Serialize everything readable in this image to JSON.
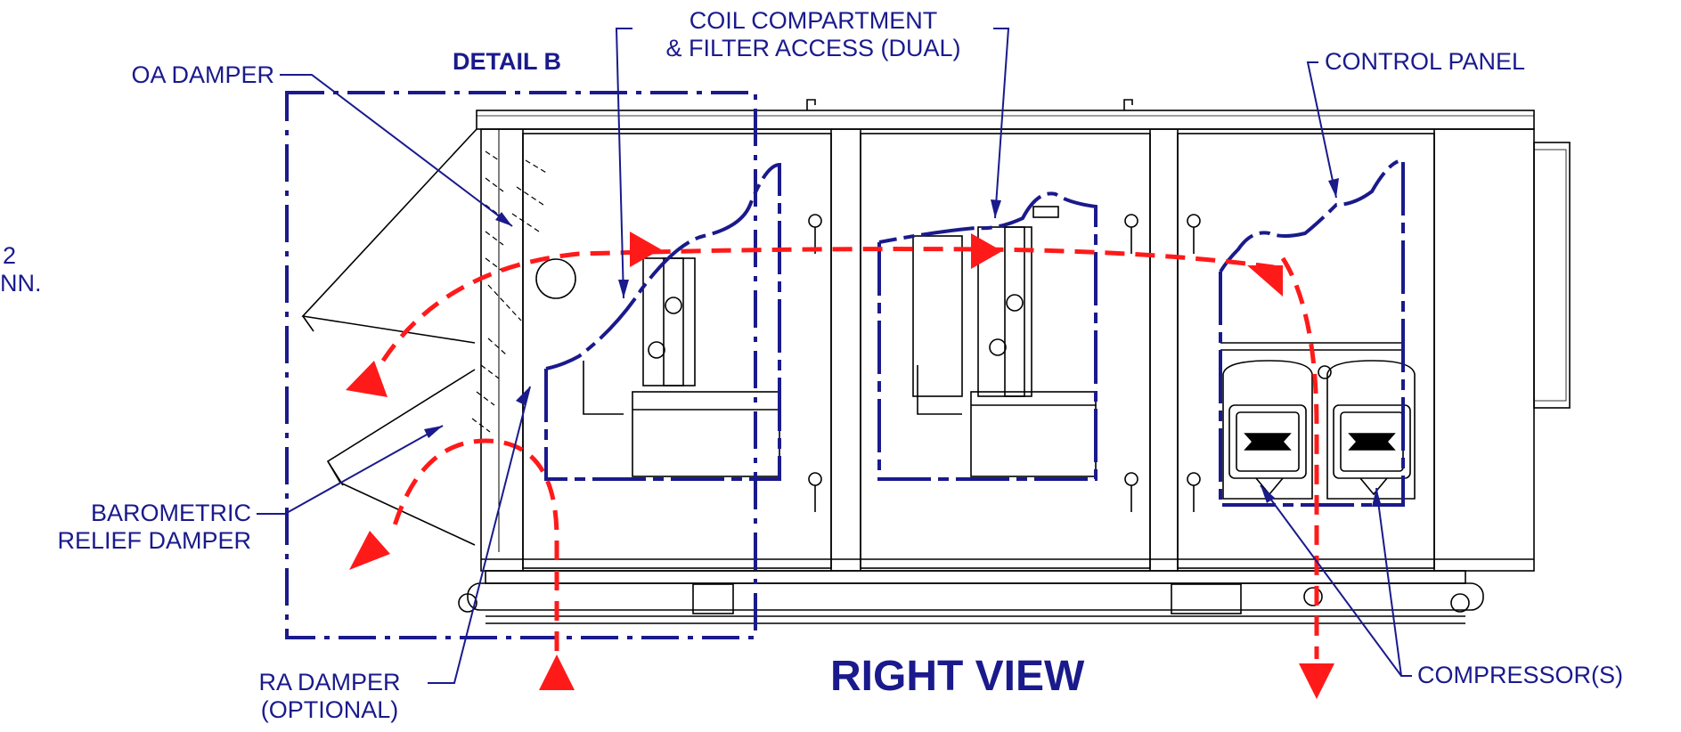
{
  "labels": {
    "detail_b": "DETAIL B",
    "coil_compartment_line1": "COIL COMPARTMENT",
    "coil_compartment_line2": "& FILTER ACCESS (DUAL)",
    "control_panel": "CONTROL PANEL",
    "oa_damper": "OA DAMPER",
    "left_partial_line1": "2",
    "left_partial_line2": "NN.",
    "barometric_line1": "BAROMETRIC",
    "barometric_line2": "RELIEF DAMPER",
    "ra_damper_line1": "RA DAMPER",
    "ra_damper_line2": "(OPTIONAL)",
    "view_title": "RIGHT VIEW",
    "compressors": "COMPRESSOR(S)"
  },
  "colors": {
    "callout": "#1a1a8c",
    "airflow": "#ff1a1a",
    "drawing": "#000000"
  }
}
